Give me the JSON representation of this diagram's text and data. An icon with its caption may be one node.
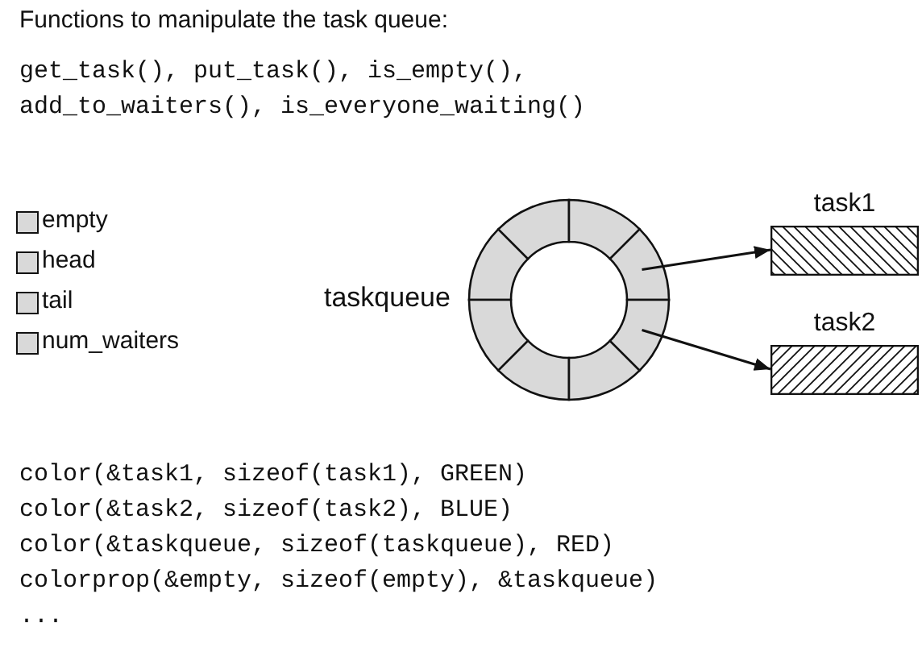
{
  "diagram": {
    "title": "Functions to manipulate the task queue:",
    "nodes": [
      {
        "text": [],
        "shape": "box"
      },
      {
        "text": [],
        "shape": "box"
      },
      {
        "text": [],
        "shape": "box"
      },
      {
        "text": [],
        "shape": "box"
      },
      {
        "text": [],
        "shape": "box"
      },
      {
        "text": [],
        "shape": "box"
      },
      {
        "text": [],
        "shape": "box"
      },
      {
        "text": [],
        "shape": "box"
      },
      {
        "text": [
          "task1"
        ]
      },
      {
        "text": [
          "task2"
        ]
      }
    ],
    "edges": [
      {
        "from": 6,
        "to": 8,
        "arrow": "to"
      },
      {
        "from": 7,
        "to": 9,
        "arrow": "to"
      }
    ],
    "labels": [
      "get_task(), put_task(), is_empty(),",
      "add_to_waiters(), is_everyone_waiting()",
      "taskqueue",
      "color(&task1, sizeof(task1), GREEN)",
      "color(&task2, sizeof(task2), BLUE)",
      "color(&taskqueue, sizeof(taskqueue), RED)",
      "colorprop(&empty, sizeof(empty), &taskqueue)",
      "..."
    ],
    "legend": [
      {
        "text": "empty",
        "color": "#d9d9d9"
      },
      {
        "text": "head",
        "color": "#d9d9d9"
      },
      {
        "text": "tail",
        "color": "#d9d9d9"
      },
      {
        "text": "num_waiters",
        "color": "#d9d9d9"
      }
    ]
  }
}
